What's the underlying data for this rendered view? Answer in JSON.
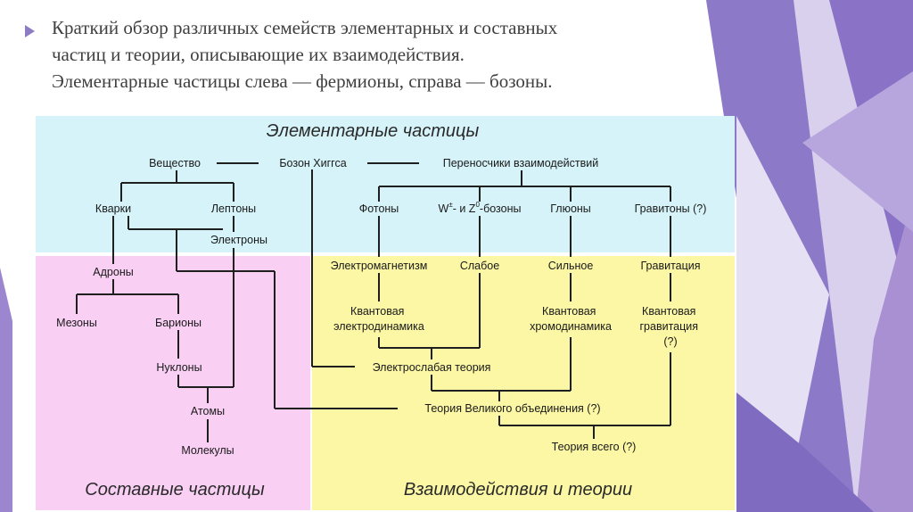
{
  "slide": {
    "lines": [
      "Краткий обзор различных семейств элементарных и составных",
      "частиц и теории, описывающие их взаимодействия.",
      "Элементарные частицы слева — фермионы, справа — бозоны."
    ]
  },
  "colors": {
    "elementary_region": "#d5f3f8",
    "composite_region": "#f9d0f4",
    "interactions_region": "#fbf7a5",
    "bullet": "#8e7cc3",
    "decor_purple": "#7f6bbf"
  },
  "diagram": {
    "titles": {
      "elementary": "Элементарные частицы",
      "composite": "Составные частицы",
      "interactions": "Взаимодействия и теории"
    },
    "nodes": {
      "matter": "Вещество",
      "higgs": "Бозон Хиггса",
      "carriers": "Переносчики взаимодействий",
      "quarks": "Кварки",
      "leptons": "Лептоны",
      "electrons": "Электроны",
      "photons": "Фотоны",
      "wz_prefix": "W",
      "wz_pm": "±",
      "wz_and": "- и Z",
      "wz_zero": "0",
      "wz_suffix": "-бозоны",
      "gluons": "Глюоны",
      "gravitons": "Гравитоны (?)",
      "hadrons": "Адроны",
      "mesons": "Мезоны",
      "baryons": "Барионы",
      "nucleons": "Нуклоны",
      "atoms": "Атомы",
      "molecules": "Молекулы",
      "em": "Электромагнетизм",
      "weak": "Слабое",
      "strong": "Сильное",
      "gravity": "Гравитация",
      "qed_1": "Квантовая",
      "qed_2": "электродинамика",
      "qcd_1": "Квантовая",
      "qcd_2": "хромодинамика",
      "qg_1": "Квантовая",
      "qg_2": "гравитация",
      "qg_3": "(?)",
      "electroweak": "Электрослабая теория",
      "gut": "Теория Великого объединения (?)",
      "toe": "Теория всего (?)"
    }
  }
}
